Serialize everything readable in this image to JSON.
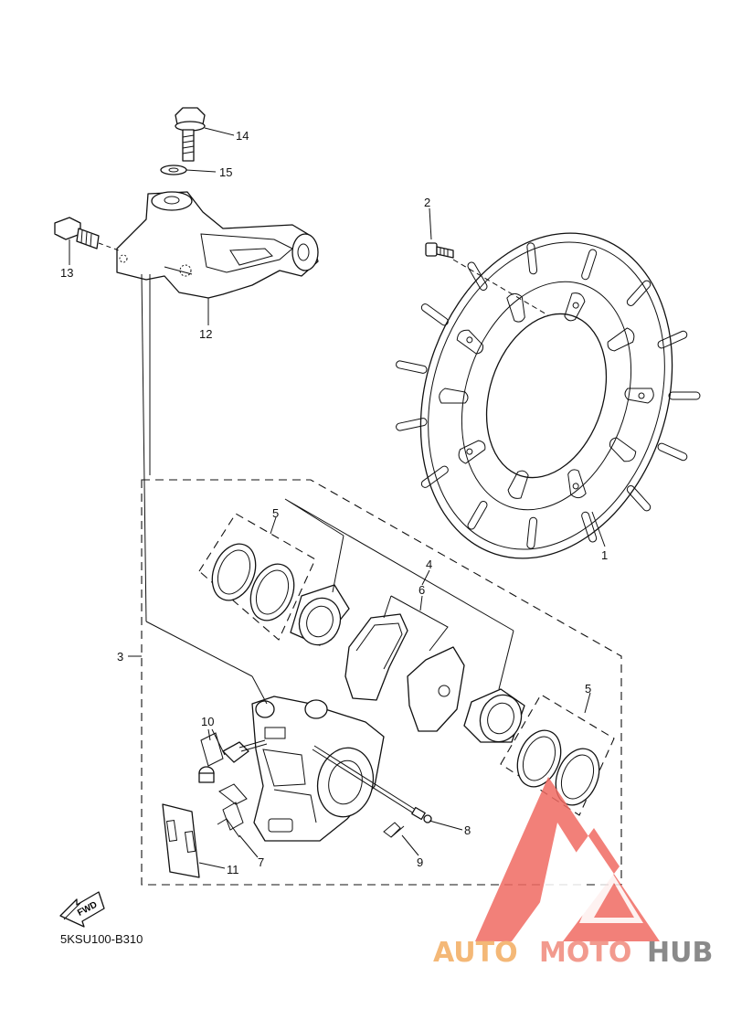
{
  "diagram_code": "5KSU100-B310",
  "fwd_label": "FWD",
  "callouts": [
    "1",
    "2",
    "3",
    "4",
    "5",
    "5",
    "6",
    "7",
    "8",
    "9",
    "10",
    "11",
    "12",
    "13",
    "14",
    "15"
  ],
  "watermark": {
    "part1": "AUTO",
    "part2": "MOTO",
    "part3": "HUB",
    "color_part1": "#f4b877",
    "color_part2": "#f29a8e",
    "color_part3": "#8a8a8a",
    "logo_color": "#f06a62"
  }
}
